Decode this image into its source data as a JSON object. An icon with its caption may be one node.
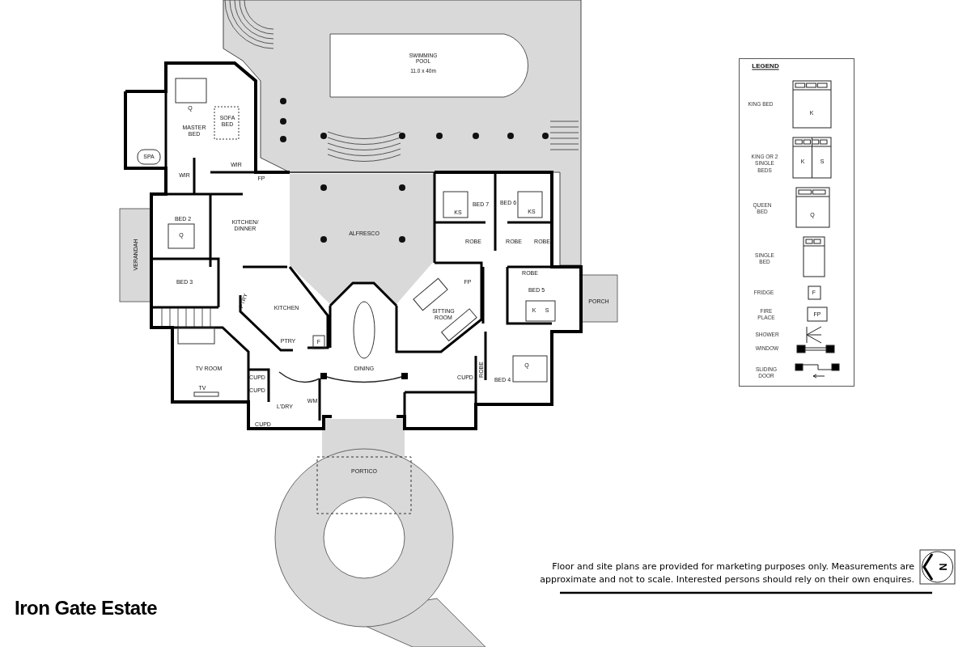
{
  "diagram": {
    "title": "Iron Gate Estate",
    "caption": "Floor and site plans are provided for marketing purposes only. Measurements are approximate and not to scale. Interested persons should rely on their own enquires.",
    "labels": [
      "SWIMMING POOL",
      "11.0 x 40m",
      "Q",
      "SOFA BED",
      "MASTER BED",
      "SPA",
      "WIR",
      "WIR",
      "FP",
      "BED 7",
      "BED 6",
      "KS",
      "KS",
      "BED 2",
      "KITCHEN/ DINNER",
      "ALFRESCO",
      "Q",
      "ROBE",
      "ROBE",
      "ROBE",
      "VERANDAH",
      "ROBE",
      "BED 3",
      "FP",
      "BED 5",
      "PORCH",
      "PTRY",
      "KITCHEN",
      "K",
      "S",
      "SITTING ROOM",
      "PTRY",
      "F",
      "Q",
      "TV ROOM",
      "DINING",
      "ROBE",
      "CUPD",
      "CUPD",
      "BED 4",
      "CUPD",
      "TV",
      "WM",
      "L'DRY",
      "CUPD",
      "PORTICO",
      "LEGEND",
      "K",
      "K",
      "S",
      "Q",
      "F",
      "FP",
      "N"
    ],
    "legend": [
      {
        "text": "KING BED"
      },
      {
        "text": "KING OR 2 SINGLE BEDS"
      },
      {
        "text": "QUEEN BED"
      },
      {
        "text": "SINGLE BED"
      },
      {
        "text": "FRIDGE"
      },
      {
        "text": "FIRE PLACE"
      },
      {
        "text": "SHOWER"
      },
      {
        "text": "WINDOW"
      },
      {
        "text": "SLIDING DOOR"
      }
    ]
  }
}
